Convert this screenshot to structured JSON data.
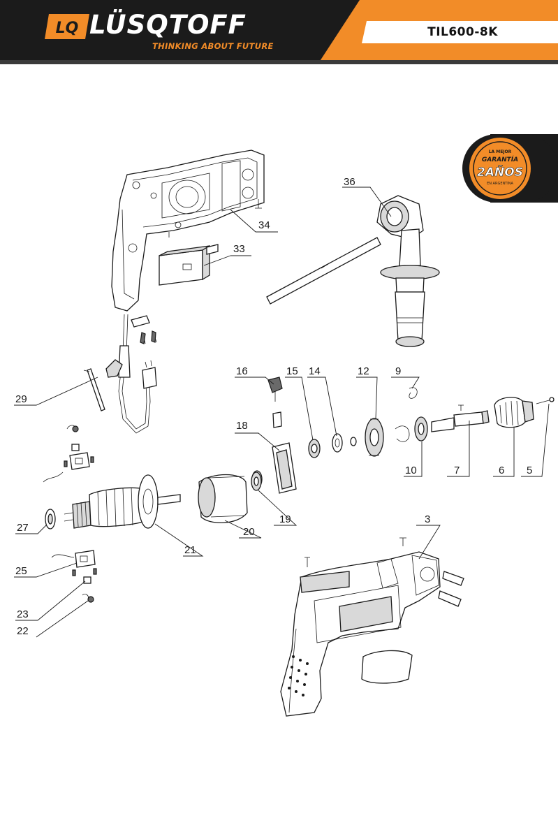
{
  "header": {
    "logo_mark": "LQ",
    "brand": "LÜSQTOFF",
    "tagline": "THINKING ABOUT FUTURE",
    "model": "TIL600-8K",
    "colors": {
      "orange": "#f28c28",
      "black": "#1b1b1b"
    }
  },
  "badge": {
    "line1": "LA MEJOR",
    "line2": "GARANTÍA",
    "line3": "2AÑOS",
    "line4": "EN ARGENTINA",
    "color": "#f28c28"
  },
  "parts": [
    {
      "id": "p36",
      "number": "36",
      "part": "side-handle"
    },
    {
      "id": "p34",
      "number": "34",
      "part": "housing-left-half"
    },
    {
      "id": "p33",
      "number": "33",
      "part": "switch"
    },
    {
      "id": "p29",
      "number": "29",
      "part": "cable-protector"
    },
    {
      "id": "p16",
      "number": "16",
      "part": "selector-knob"
    },
    {
      "id": "p15",
      "number": "15",
      "part": "bearing"
    },
    {
      "id": "p14",
      "number": "14",
      "part": "washer"
    },
    {
      "id": "p12",
      "number": "12",
      "part": "gear"
    },
    {
      "id": "p9",
      "number": "9",
      "part": "spring"
    },
    {
      "id": "p18",
      "number": "18",
      "part": "gear-housing"
    },
    {
      "id": "p10",
      "number": "10",
      "part": "bearing"
    },
    {
      "id": "p7",
      "number": "7",
      "part": "spindle"
    },
    {
      "id": "p6",
      "number": "6",
      "part": "chuck"
    },
    {
      "id": "p5",
      "number": "5",
      "part": "screw"
    },
    {
      "id": "p27",
      "number": "27",
      "part": "rear-bearing"
    },
    {
      "id": "p21",
      "number": "21",
      "part": "armature"
    },
    {
      "id": "p20",
      "number": "20",
      "part": "stator"
    },
    {
      "id": "p19",
      "number": "19",
      "part": "bearing"
    },
    {
      "id": "p3",
      "number": "3",
      "part": "housing-right-half"
    },
    {
      "id": "p25",
      "number": "25",
      "part": "brush-holder"
    },
    {
      "id": "p23",
      "number": "23",
      "part": "carbon-brush"
    },
    {
      "id": "p22",
      "number": "22",
      "part": "brush-spring"
    }
  ]
}
